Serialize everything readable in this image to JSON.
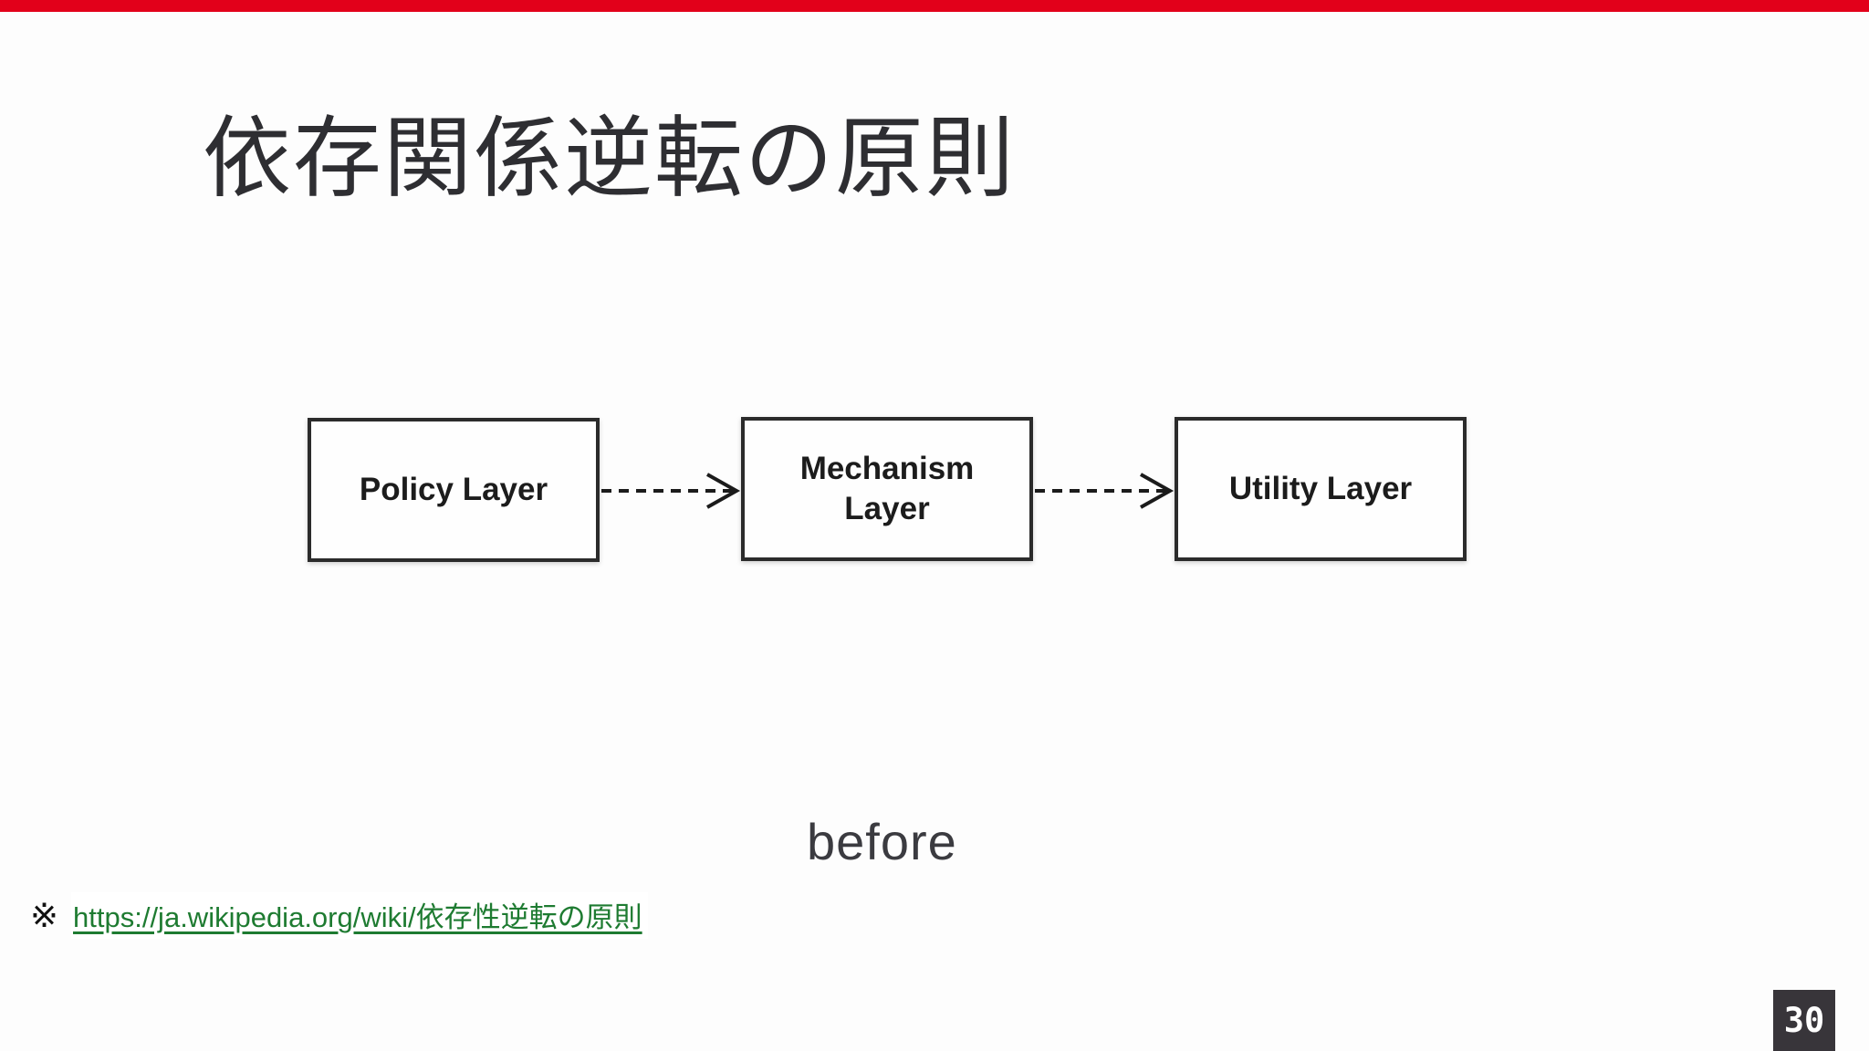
{
  "slide": {
    "title": "依存関係逆転の原則",
    "caption": "before",
    "page_number": "30",
    "accent_color": "#e2001a",
    "background_color": "#fdfdfd"
  },
  "diagram": {
    "boxes": [
      {
        "label": "Policy Layer"
      },
      {
        "label": "Mechanism Layer"
      },
      {
        "label": "Utility Layer"
      }
    ],
    "connections": [
      {
        "from": "Policy Layer",
        "to": "Mechanism Layer",
        "style": "dashed-open-arrow"
      },
      {
        "from": "Mechanism Layer",
        "to": "Utility Layer",
        "style": "dashed-open-arrow"
      }
    ]
  },
  "footnote": {
    "marker": "※",
    "link_text": "https://ja.wikipedia.org/wiki/依存性逆転の原則",
    "link_color": "#1e7b31"
  }
}
